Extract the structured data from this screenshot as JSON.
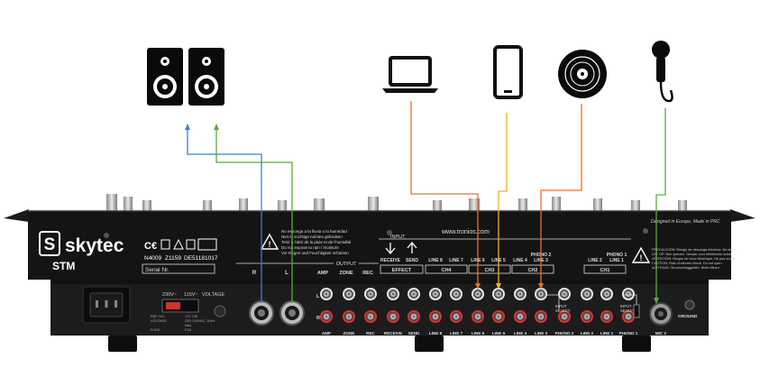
{
  "brand": {
    "name": "skytec",
    "logo_letter": "S",
    "model": "STM"
  },
  "certifications": [
    "N4009",
    "Z1159",
    "DE51181017"
  ],
  "serial_label": "Serial Nr.",
  "website": "www.tronios.com",
  "designed_text": "Designed in Europe, Made in PRC",
  "warning_lines": [
    "No exponga a la lluvia o la humedad",
    "Niet in vochtige ruimtes gebruiken",
    "Tenir à l'abri de la pluie et de l'humidité",
    "Do not expose to rain / moisture",
    "Vor Regen und Feuchtigkeit schützen"
  ],
  "caution_lines": [
    "PRECAUCIÓN: Riesgo de descarga eléctrica. No abrir",
    "LET OP: Niet openen. Gevaar voor elektrische schok",
    "ATTENTION: Risque de choc électrique. Ne pas ouvrir",
    "CAUTION: Risk of electric shock. Do not open",
    "ACHTUNG: Stromschlaggefahr. Nicht öffnen"
  ],
  "output": {
    "title": "OUTPUT",
    "rl": [
      "R",
      "L"
    ],
    "jacks": [
      "AMP",
      "ZONE",
      "REC"
    ]
  },
  "input": {
    "title": "INPUT",
    "effect_top": [
      "RECEIVE",
      "SEND"
    ],
    "effect_box": "EFFECT",
    "top_labels": [
      "LINE 8",
      "LINE 7",
      "LINE 6",
      "LINE 5",
      "LINE 4",
      "LINE 3"
    ],
    "phono2": "PHONO 2",
    "phono1": "PHONO 1",
    "line21": [
      "LINE 2",
      "LINE 1"
    ],
    "channels": [
      "CH4",
      "CH3",
      "CH2",
      "CH1"
    ],
    "select": [
      "INPUT",
      "SELECT"
    ]
  },
  "row_markers": [
    "L",
    "R"
  ],
  "bottom_labels": [
    "AMP",
    "ZONE",
    "REC",
    "RECEIVE",
    "SEND",
    "LINE 8",
    "LINE 7",
    "LINE 6",
    "LINE 5",
    "LINE 4",
    "LINE 3",
    "PHONO 2",
    "LINE 2",
    "LINE 1",
    "PHONO 1",
    "MIC 2"
  ],
  "power": {
    "volts": [
      "230V~",
      "115V~"
    ],
    "voltage": "VOLTAGE",
    "ref": [
      "REF. NO.",
      "VOLTAGE:"
    ],
    "spec": [
      "172.738",
      "230~240VAC, 50Hz",
      "Max.",
      "F1A"
    ],
    "fuse": "FUSE:"
  },
  "ground": "GROUND",
  "icons": [
    "speaker-icon",
    "speaker-icon",
    "laptop-icon",
    "smartphone-icon",
    "vinyl-disc-icon",
    "microphone-icon"
  ],
  "colors": {
    "blue": "#3b82c4",
    "green": "#5aaa3c",
    "yellow": "#f0b020",
    "orange": "#e8702a",
    "panel": "#141414",
    "label_band": "#d8d8d8"
  }
}
